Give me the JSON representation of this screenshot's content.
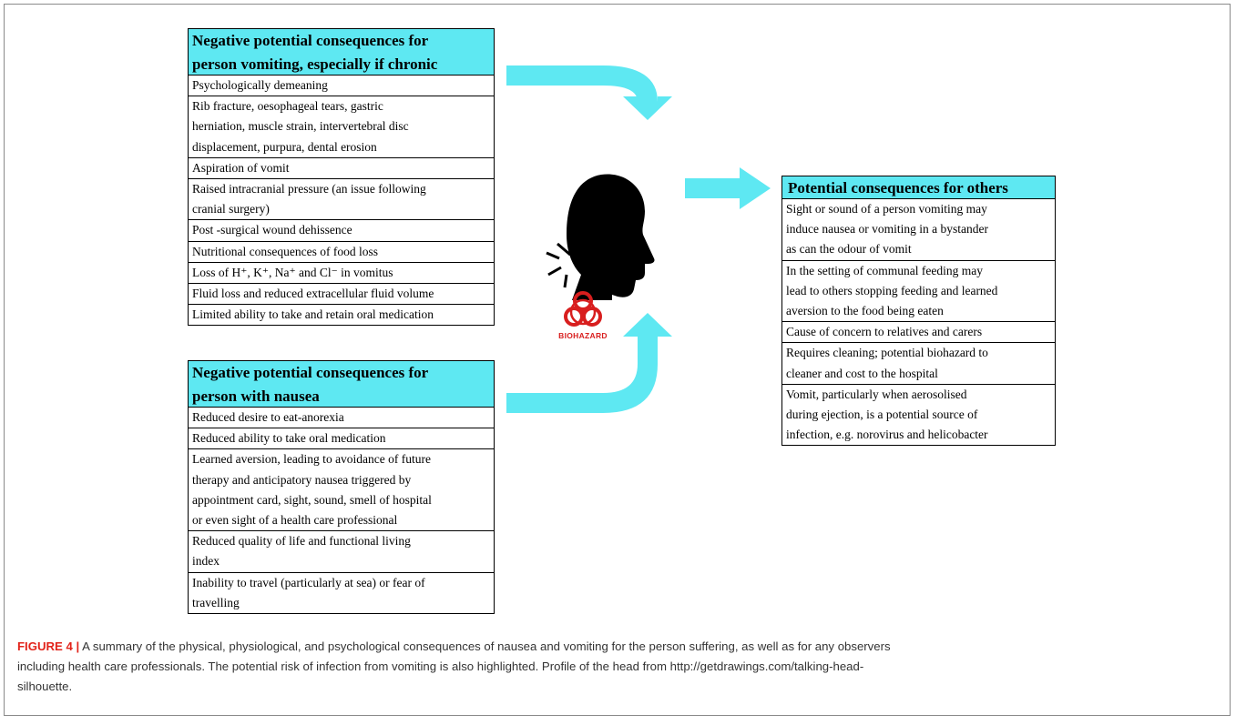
{
  "figure_label": "FIGURE 4 |",
  "caption_lines": [
    " A summary of the physical, physiological, and psychological consequences of nausea and vomiting for the person suffering, as well as for any observers",
    "including health care professionals. The potential risk of infection from vomiting is also highlighted. Profile of the head from http://getdrawings.com/talking-head-",
    "silhouette."
  ],
  "vomiting_table": {
    "header": [
      "Negative potential consequences for",
      "person vomiting, especially if chronic"
    ],
    "rows": [
      [
        "Psychologically demeaning"
      ],
      [
        "Rib fracture, oesophageal tears, gastric",
        "herniation, muscle strain, intervertebral disc",
        "displacement, purpura, dental erosion"
      ],
      [
        "Aspiration of vomit"
      ],
      [
        "Raised intracranial pressure (an issue following",
        "cranial surgery)"
      ],
      [
        "Post -surgical wound dehissence"
      ],
      [
        "Nutritional consequences of food loss"
      ],
      [
        "Loss of H⁺, K⁺, Na⁺ and Cl⁻ in vomitus"
      ],
      [
        "Fluid loss and reduced extracellular fluid volume"
      ],
      [
        "Limited ability to take and retain oral medication"
      ]
    ]
  },
  "nausea_table": {
    "header": [
      "Negative potential consequences for",
      "person with nausea"
    ],
    "rows": [
      [
        "Reduced desire to eat-anorexia"
      ],
      [
        "Reduced ability to take oral medication"
      ],
      [
        "Learned aversion, leading to avoidance of future",
        "therapy and anticipatory nausea triggered by",
        "appointment card, sight, sound, smell of hospital",
        "or even sight of a health care professional"
      ],
      [
        "Reduced quality of life and functional living",
        "index"
      ],
      [
        "Inability to travel (particularly at sea) or fear of",
        "travelling"
      ]
    ]
  },
  "others_table": {
    "header": [
      "Potential consequences for others"
    ],
    "rows": [
      [
        "Sight or sound of a person vomiting may",
        "induce nausea or vomiting in a bystander",
        "as can the odour of vomit"
      ],
      [
        "In the setting of communal feeding may",
        "lead to others stopping feeding and learned",
        "aversion to the food being eaten"
      ],
      [
        "Cause of concern to relatives and carers"
      ],
      [
        "Requires cleaning; potential biohazard to",
        "cleaner and cost to the hospital"
      ],
      [
        "Vomit, particularly when aerosolised",
        "during ejection, is a potential source of",
        "infection, e.g. norovirus and helicobacter"
      ]
    ]
  },
  "biohazard_label": "BIOHAZARD",
  "colors": {
    "header_fill": "#5ee8f2",
    "arrow": "#5ee8f2",
    "biohazard": "#d81e1e",
    "figure_label": "#e2231a"
  },
  "icons": [
    "talking-head-silhouette-icon",
    "biohazard-icon"
  ]
}
